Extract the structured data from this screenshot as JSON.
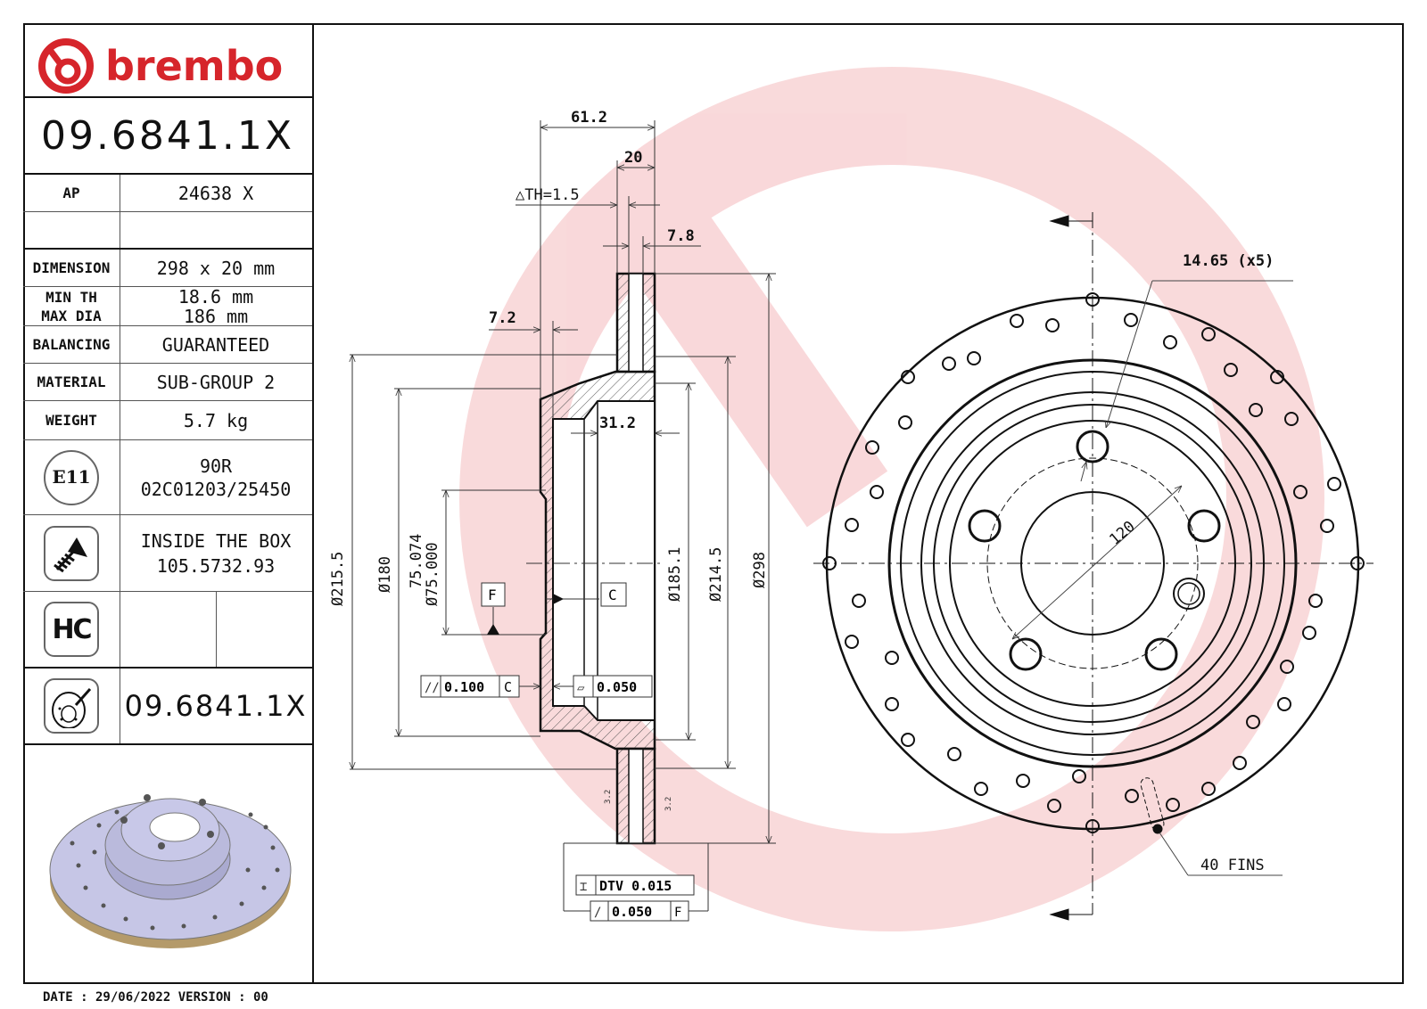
{
  "brand": {
    "name": "brembo",
    "color": "#d6252b"
  },
  "part_number": "09.6841.1X",
  "specs": {
    "ap_label": "AP",
    "ap_value": "24638 X",
    "dimension_label": "DIMENSION",
    "dimension_value": "298 x 20 mm",
    "min_th_label": "MIN TH",
    "max_dia_label": "MAX DIA",
    "min_th_value": "18.6 mm",
    "max_dia_value": "186 mm",
    "balancing_label": "BALANCING",
    "balancing_value": "GUARANTEED",
    "material_label": "MATERIAL",
    "material_value": "SUB-GROUP 2",
    "weight_label": "WEIGHT",
    "weight_value": "5.7 kg"
  },
  "homologation": {
    "icon_text": "E11",
    "line1": "90R",
    "line2": "02C01203/25450"
  },
  "screws": {
    "icon": "screw-icon",
    "line1": "INSIDE THE BOX",
    "line2": "105.5732.93"
  },
  "hc": {
    "icon_text": "HC"
  },
  "variant": {
    "icon": "disc-icon",
    "part_number": "09.6841.1X"
  },
  "footer": {
    "text": "DATE : 29/06/2022 VERSION : 00"
  },
  "drawing": {
    "dims": {
      "overall_height": "61.2",
      "thickness": "20",
      "delta_th": "△TH=1.5",
      "plate": "7.8",
      "hat_wall": "7.2",
      "hat_depth": "31.2",
      "d215": "Ø215.5",
      "d180": "Ø180",
      "d75_upper": "75.074",
      "d75_lower": "Ø75.000",
      "d185": "Ø185.1",
      "d214": "Ø214.5",
      "d298": "Ø298",
      "datum_f": "F",
      "datum_c": "C",
      "parallel_tol": "0.100",
      "parallel_ref": "C",
      "flatness_tol": "0.050",
      "dtv": "DTV 0.015",
      "runout_tol": "0.050",
      "runout_ref": "F",
      "roughness": "3.2",
      "bolt_hole": "14.65 (x5)",
      "pcd": "120",
      "fins": "40 FINS"
    }
  }
}
